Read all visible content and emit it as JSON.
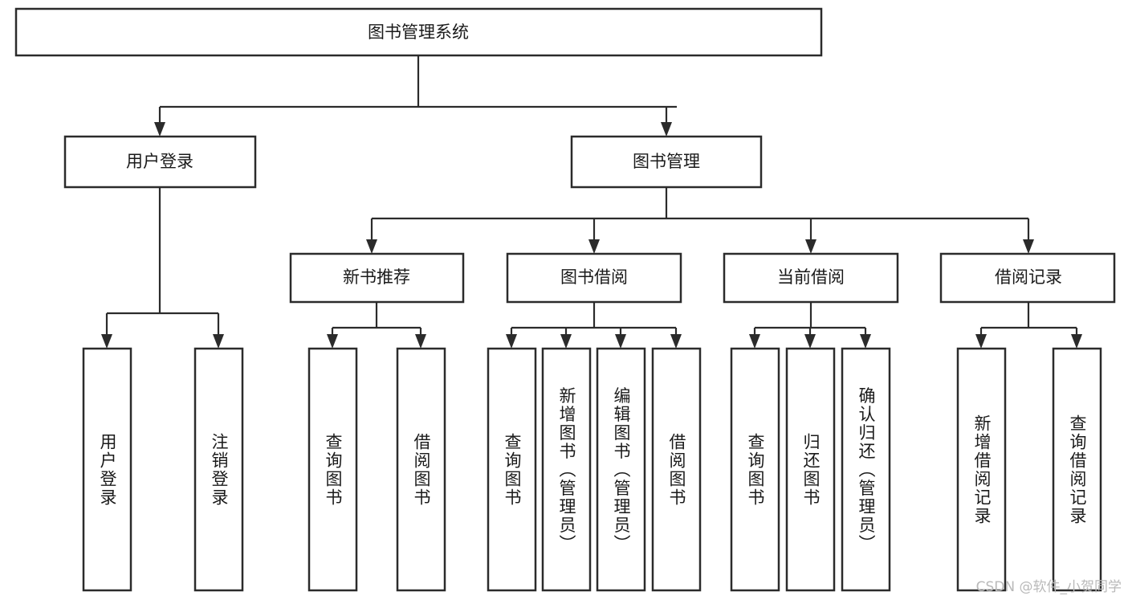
{
  "diagram": {
    "title": "图书管理系统",
    "watermark": "CSDN @软件_小贺同学",
    "level1": {
      "root": {
        "label": "图书管理系统"
      }
    },
    "level2": [
      {
        "label": "用户登录"
      },
      {
        "label": "图书管理"
      }
    ],
    "level3": [
      {
        "label": "新书推荐"
      },
      {
        "label": "图书借阅"
      },
      {
        "label": "当前借阅"
      },
      {
        "label": "借阅记录"
      }
    ],
    "leaves": {
      "user_login": [
        {
          "label": "用户登录"
        },
        {
          "label": "注销登录"
        }
      ],
      "new_book_recommend": [
        {
          "label": "查询图书"
        },
        {
          "label": "借阅图书"
        }
      ],
      "book_borrow": [
        {
          "label": "查询图书"
        },
        {
          "label": "新增图书（管理员）"
        },
        {
          "label": "编辑图书（管理员）"
        },
        {
          "label": "借阅图书"
        }
      ],
      "current_borrow": [
        {
          "label": "查询图书"
        },
        {
          "label": "归还图书"
        },
        {
          "label": "确认归还（管理员）"
        }
      ],
      "borrow_record": [
        {
          "label": "新增借阅记录"
        },
        {
          "label": "查询借阅记录"
        }
      ]
    },
    "colors": {
      "box_stroke": "#2b2b2b",
      "box_fill": "#ffffff",
      "text": "#1a1a1a",
      "watermark": "#b9b9b9",
      "background": "#ffffff"
    }
  }
}
